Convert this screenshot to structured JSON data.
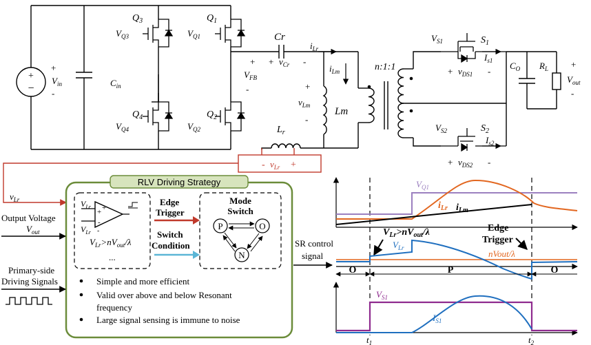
{
  "colors": {
    "wire": "#000000",
    "red": "#c0392b",
    "green": "#6b8c3a",
    "green_fill": "#d7e4bd",
    "orange": "#e2661f",
    "blue": "#1f6fbf",
    "purple": "#8e2a8e",
    "lavender": "#9b7fbf",
    "light_blue": "#5bb6d6"
  },
  "circuit": {
    "vin_plus": "+",
    "vin_label": "V",
    "vin_sub": "in",
    "vin_minus": "-",
    "cin_label": "C",
    "cin_sub": "in",
    "q3_label": "Q",
    "q3_sub": "3",
    "vq3_label": "V",
    "vq3_sub": "Q3",
    "q1_label": "Q",
    "q1_sub": "1",
    "vq1_label": "V",
    "vq1_sub": "Q1",
    "q4_label": "Q",
    "q4_sub": "4",
    "vq4_label": "V",
    "vq4_sub": "Q4",
    "q2_label": "Q",
    "q2_sub": "2",
    "vq2_label": "V",
    "vq2_sub": "Q2",
    "cr_label": "Cr",
    "ilr_label": "i",
    "ilr_sub": "Lr",
    "vfb_plus": "+",
    "vfb_label": "V",
    "vfb_sub": "FB",
    "vfb_minus": "-",
    "vcr_plus": "+",
    "vcr_label": "v",
    "vcr_sub": "Cr",
    "vcr_minus": "-",
    "ilm_label": "i",
    "ilm_sub": "Lm",
    "vlm_plus": "+",
    "vlm_label": "v",
    "vlm_sub": "Lm",
    "vlm_minus": "-",
    "lm_label": "Lm",
    "lr_label": "L",
    "lr_sub": "r",
    "ratio_label": "n:1:1",
    "vs1_label": "V",
    "vs1_sub": "S1",
    "s1_label": "S",
    "s1_sub": "1",
    "is1_label": "I",
    "is1_sub": "s1",
    "vds1_plus": "+",
    "vds1_label": "v",
    "vds1_sub": "DS1",
    "vds1_minus": "-",
    "vs2_label": "V",
    "vs2_sub": "S2",
    "s2_label": "S",
    "s2_sub": "2",
    "is2_label": "I",
    "is2_sub": "s2",
    "vds2_plus": "+",
    "vds2_label": "v",
    "vds2_sub": "DS2",
    "vds2_minus": "-",
    "co_label": "C",
    "co_sub": "O",
    "rl_label": "R",
    "rl_sub": "L",
    "vout_plus": "+",
    "vout_label": "V",
    "vout_sub": "out",
    "vout_minus": "-",
    "vlr_sense_minus": "-",
    "vlr_sense_label": "v",
    "vlr_sense_sub": "Lr",
    "vlr_sense_plus": "+"
  },
  "strategy": {
    "title": "RLV Driving Strategy",
    "vlr_input_label": "v",
    "vlr_input_sub": "Lr",
    "output_voltage_label": "Output Voltage",
    "vout_input_label": "V",
    "vout_input_sub": "out",
    "primary_label_1": "Primary-side",
    "primary_label_2": "Driving Signals",
    "comp_vlr_label": "V",
    "comp_vlr_sub": "Lr",
    "comp_vlr2_label": "V",
    "comp_vlr2_sub": "Lr",
    "comp_plus": "+",
    "comp_minus": "-",
    "comp_pos": "+",
    "comp_neg": "-",
    "comp_condition_a": "V",
    "comp_condition_b": "Lr",
    "comp_condition_c": ">nV",
    "comp_condition_d": "out",
    "comp_condition_e": "/λ",
    "ellipsis": "...",
    "edge_trigger_1": "Edge",
    "edge_trigger_2": "Trigger",
    "switch_condition_1": "Switch",
    "switch_condition_2": "Condition",
    "mode_switch_1": "Mode",
    "mode_switch_2": "Switch",
    "state_p": "P",
    "state_o": "O",
    "state_n": "N",
    "bullets": [
      "Simple and more efficient",
      "Valid over above and below Resonant",
      "frequency",
      "Large signal sensing is immune to noise"
    ],
    "sr_label_1": "SR control",
    "sr_label_2": "signal"
  },
  "waveforms": {
    "vq1_label": "V",
    "vq1_sub": "Q1",
    "ilr_label": "i",
    "ilr_sub": "Lr",
    "ilm_label": "i",
    "ilm_sub": "Lm",
    "condition_a": "V",
    "condition_b": "Lr",
    "condition_c": ">nV",
    "condition_d": "out",
    "condition_e": "/λ",
    "edge_trigger_1": "Edge",
    "edge_trigger_2": "Trigger",
    "vlr_label": "V",
    "vlr_sub": "Lr",
    "nvout_label": "nVout/λ",
    "mode_o1": "O",
    "mode_p": "P",
    "mode_o2": "O",
    "vs1_label": "V",
    "vs1_sub": "S1",
    "is1_label": "I",
    "is1_sub": "S1",
    "t1_label": "t",
    "t1_sub": "1",
    "t2_label": "t",
    "t2_sub": "2"
  }
}
